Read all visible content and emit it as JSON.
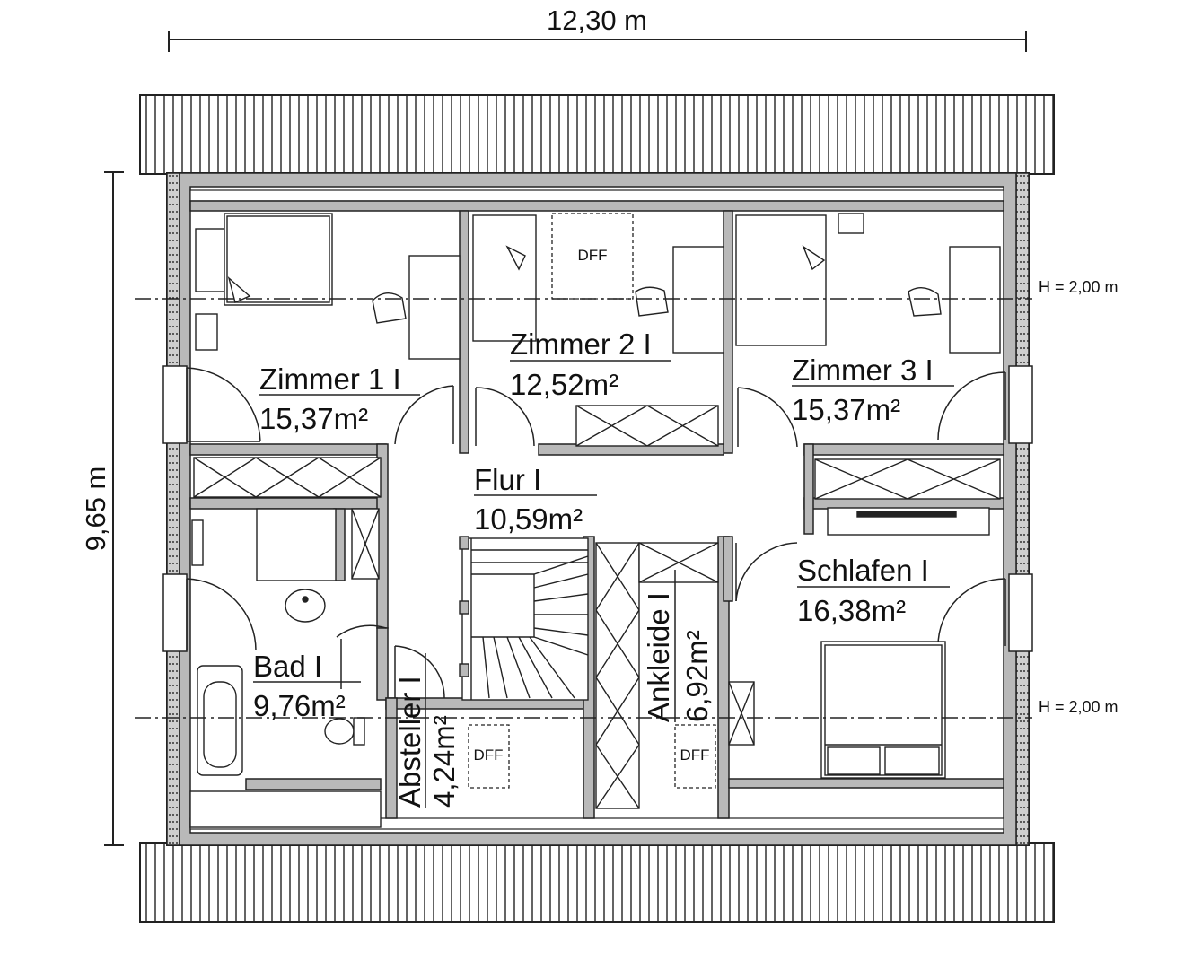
{
  "dimensions": {
    "width": "12,30 m",
    "depth": "9,65 m",
    "height_note_upper": "H = 2,00 m",
    "height_note_lower": "H = 2,00 m"
  },
  "rooms": [
    {
      "id": "zimmer1",
      "name": "Zimmer 1 I",
      "area": "15,37m²"
    },
    {
      "id": "zimmer2",
      "name": "Zimmer 2 I",
      "area": "12,52m²"
    },
    {
      "id": "zimmer3",
      "name": "Zimmer 3 I",
      "area": "15,37m²"
    },
    {
      "id": "flur",
      "name": "Flur I",
      "area": "10,59m²"
    },
    {
      "id": "schlafen",
      "name": "Schlafen I",
      "area": "16,38m²"
    },
    {
      "id": "bad",
      "name": "Bad I",
      "area": "9,76m²"
    },
    {
      "id": "abstell",
      "name": "Abstell­er I",
      "area": "4,24m²"
    },
    {
      "id": "ankleide",
      "name": "Ankleide I",
      "area": "6,92m²"
    }
  ],
  "skylight_label": "DFF",
  "colors": {
    "wall": "#b9b9b9",
    "line": "#1a1a1a"
  }
}
